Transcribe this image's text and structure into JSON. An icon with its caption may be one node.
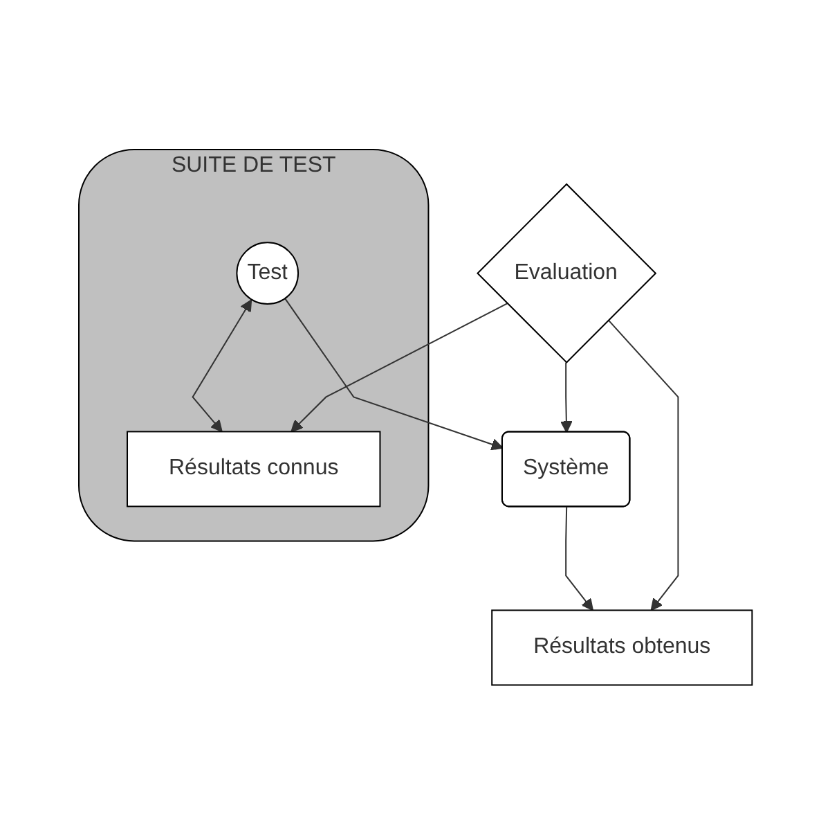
{
  "diagram": {
    "nodes": [
      {
        "text": [
          "SUITE DE TEST"
        ]
      },
      {
        "text": [
          "Test"
        ],
        "in": 0
      },
      {
        "text": [
          "Résultats connus"
        ],
        "in": 0
      },
      {
        "text": [
          "Système"
        ]
      },
      {
        "text": [
          "Evaluation"
        ]
      },
      {
        "text": [
          "Résultats obtenus"
        ]
      }
    ],
    "edges": [
      {
        "from": 1,
        "to": 2,
        "arrow": "both"
      },
      {
        "from": 1,
        "to": 3,
        "arrow": "to"
      },
      {
        "from": 3,
        "to": 5,
        "arrow": "to"
      },
      {
        "from": 4,
        "to": 2,
        "arrow": "to"
      },
      {
        "from": 4,
        "to": 3,
        "arrow": "to"
      },
      {
        "from": 4,
        "to": 5,
        "arrow": "to"
      }
    ]
  }
}
